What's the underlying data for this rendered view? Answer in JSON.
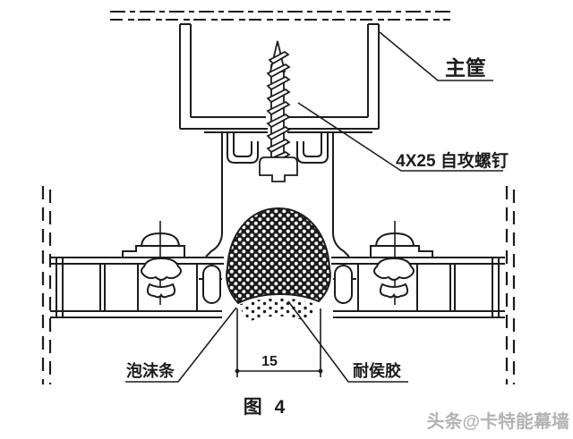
{
  "drawing": {
    "caption": "图 4",
    "dimension_15": "15",
    "label_main_frame": "主筐",
    "label_screw": "4X25 自攻螺钉",
    "label_foam": "泡沫条",
    "label_sealant": "耐侯胶",
    "watermark": "头条@卡特能幕墙",
    "colors": {
      "ink": "#1c1c1c",
      "watermark": "#a6a6a6",
      "paper": "#ffffff"
    }
  }
}
